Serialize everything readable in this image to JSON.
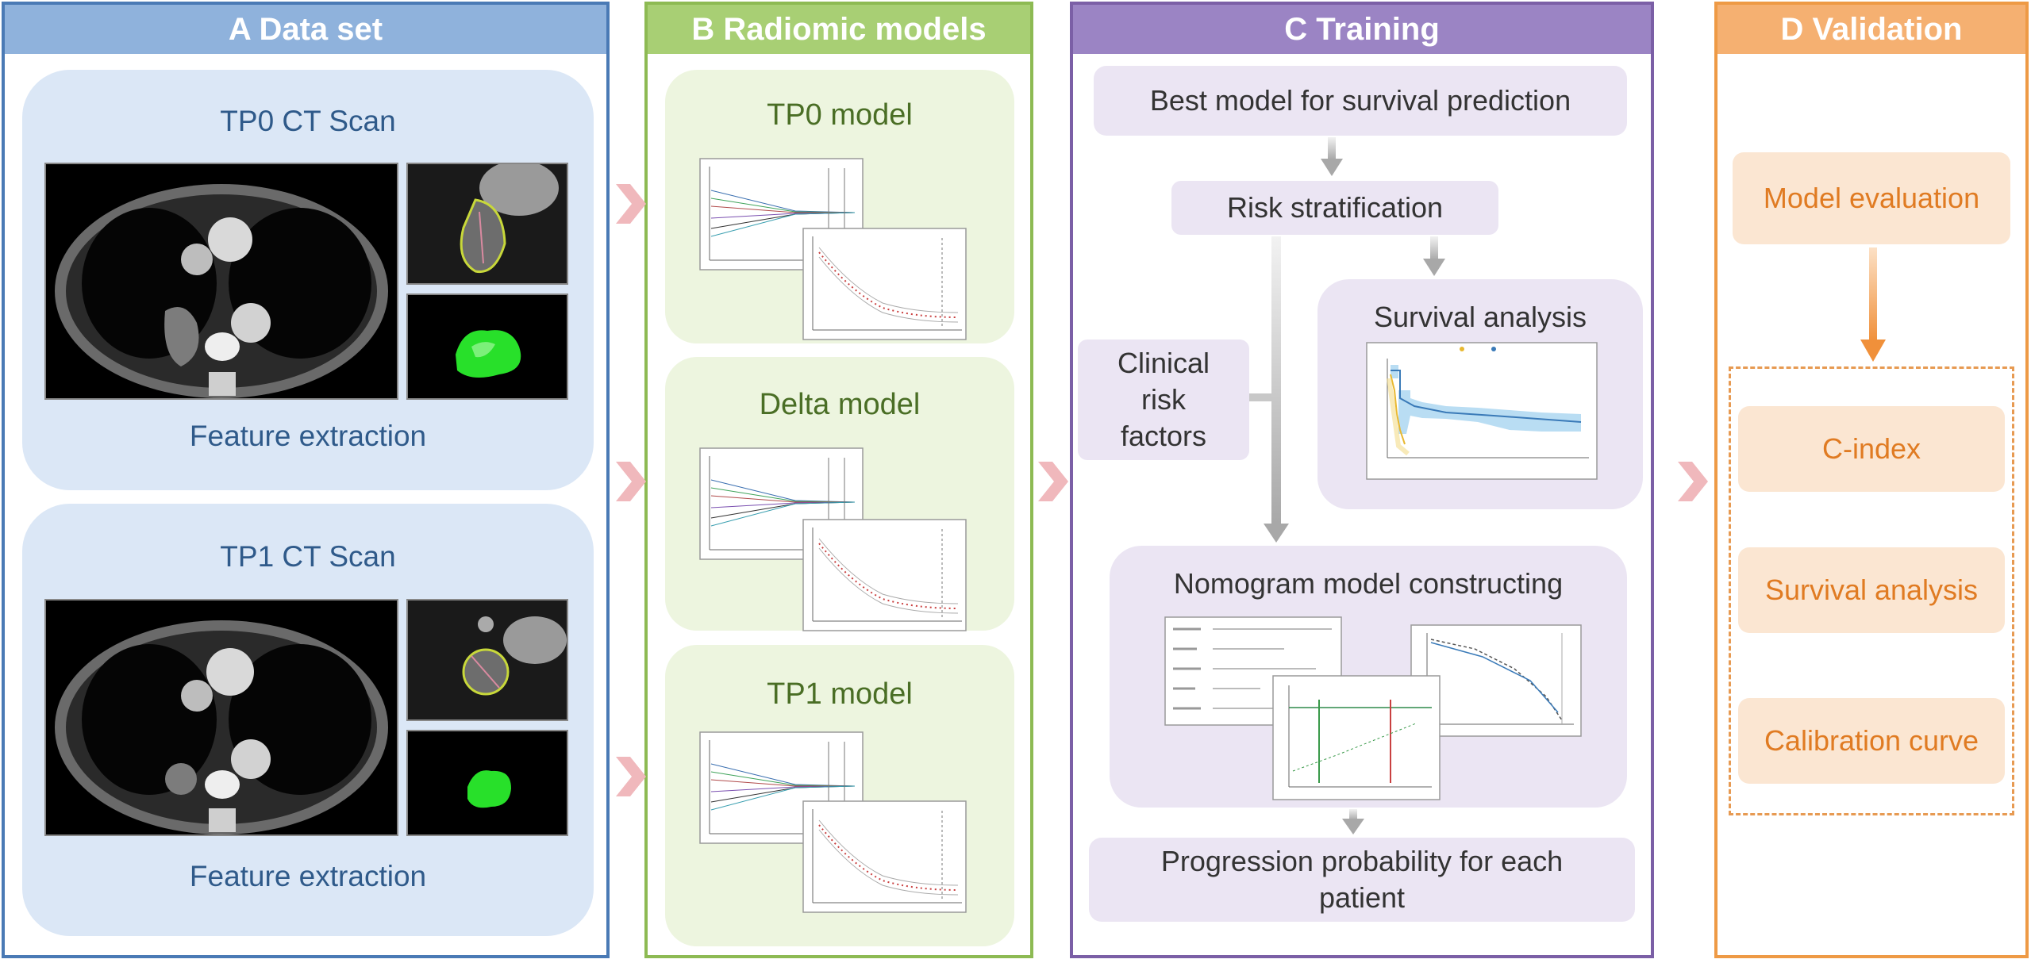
{
  "panel_a": {
    "header": "A  Data set",
    "tp0": {
      "title": "TP0 CT Scan",
      "caption": "Feature extraction"
    },
    "tp1": {
      "title": "TP1 CT Scan",
      "caption": "Feature extraction"
    }
  },
  "panel_b": {
    "header": "B  Radiomic models",
    "models": [
      "TP0 model",
      "Delta model",
      "TP1 model"
    ]
  },
  "panel_c": {
    "header": "C  Training",
    "best_model": "Best model for survival prediction",
    "risk_stratification": "Risk stratification",
    "survival_analysis": "Survival analysis",
    "clinical_line1": "Clinical",
    "clinical_line2": "risk",
    "clinical_line3": "factors",
    "nomogram": "Nomogram model constructing",
    "progression_line1": "Progression probability for each",
    "progression_line2": "patient"
  },
  "panel_d": {
    "header": "D  Validation",
    "model_evaluation": "Model evaluation",
    "metrics": [
      "C-index",
      "Survival analysis",
      "Calibration curve"
    ]
  },
  "colors": {
    "a_border": "#4a7ab5",
    "a_header": "#8fb2dc",
    "a_box": "#dbe7f6",
    "b_border": "#8dba53",
    "b_header": "#a8cf74",
    "b_box": "#edf5df",
    "c_border": "#7b5fa6",
    "c_header": "#9b84c4",
    "c_box": "#ebe5f3",
    "d_border": "#ee9a45",
    "d_header": "#f5b071",
    "d_box": "#fbe6d2",
    "d_text": "#e07b22",
    "chevron": "#f0b8bc",
    "arrow": "#b3b3b3"
  }
}
